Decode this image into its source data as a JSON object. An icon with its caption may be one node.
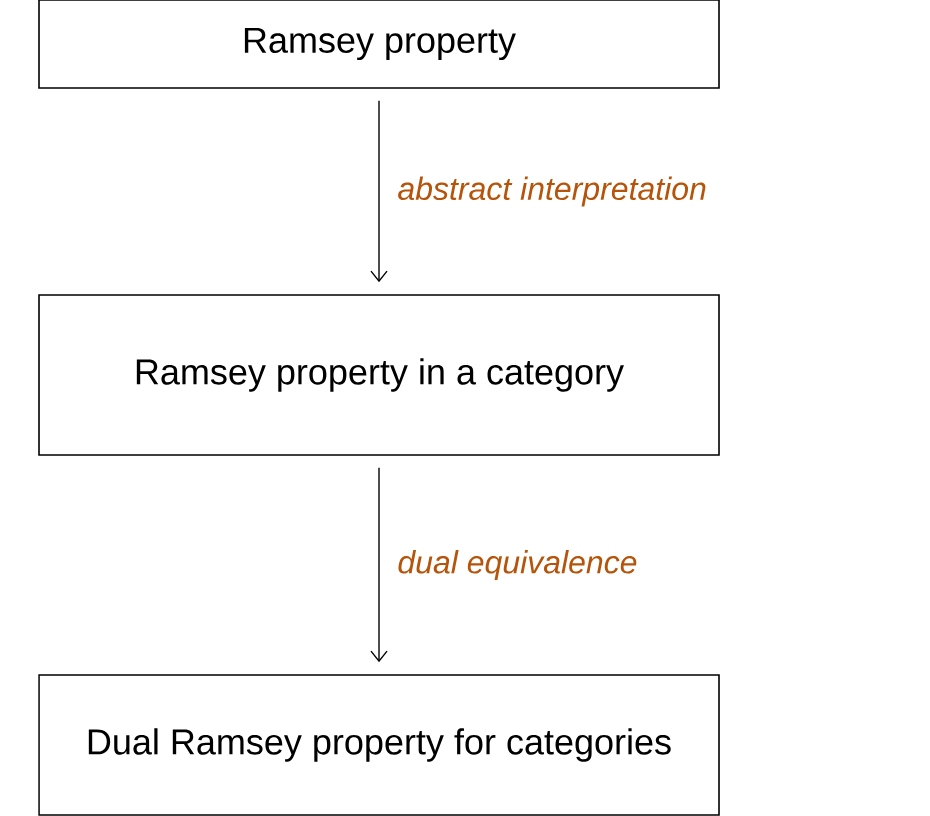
{
  "diagram": {
    "nodes": [
      {
        "text": [
          "Ramsey property"
        ]
      },
      {
        "text": [
          "Ramsey property in a category"
        ]
      },
      {
        "text": [
          "Dual Ramsey property for categories"
        ]
      }
    ],
    "edges": [
      {
        "from": 0,
        "to": 1,
        "arrow": "to",
        "label": "abstract interpretation"
      },
      {
        "from": 1,
        "to": 2,
        "arrow": "to",
        "label": "dual equivalence"
      }
    ]
  }
}
